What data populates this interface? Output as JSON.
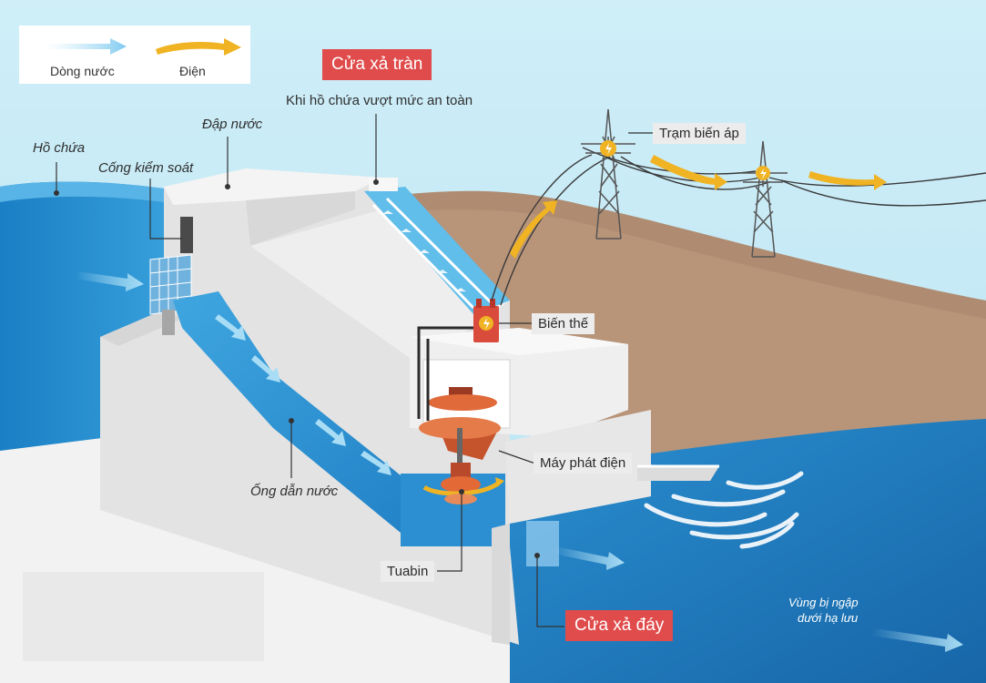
{
  "legend": {
    "water_flow": "Dòng nước",
    "electricity": "Điện"
  },
  "labels": {
    "reservoir": "Hồ chứa",
    "control_gate": "Cống kiểm soát",
    "dam": "Đập nước",
    "spillway": "Cửa xả tràn",
    "spillway_note": "Khi hồ chứa vượt mức an toàn",
    "substation": "Trạm biến áp",
    "transformer": "Biến thế",
    "generator": "Máy phát điện",
    "penstock": "Ống dẫn nước",
    "turbine": "Tuabin",
    "bottom_outlet": "Cửa xả đáy",
    "flooded_area_line1": "Vùng bị ngập",
    "flooded_area_line2": "dưới hạ lưu"
  },
  "colors": {
    "sky": "#c9ebf6",
    "water": "#1f86c9",
    "dam": "#ebebeb",
    "hill": "#b89479",
    "electricity": "#f0b323",
    "red_label": "#e04b4b"
  }
}
